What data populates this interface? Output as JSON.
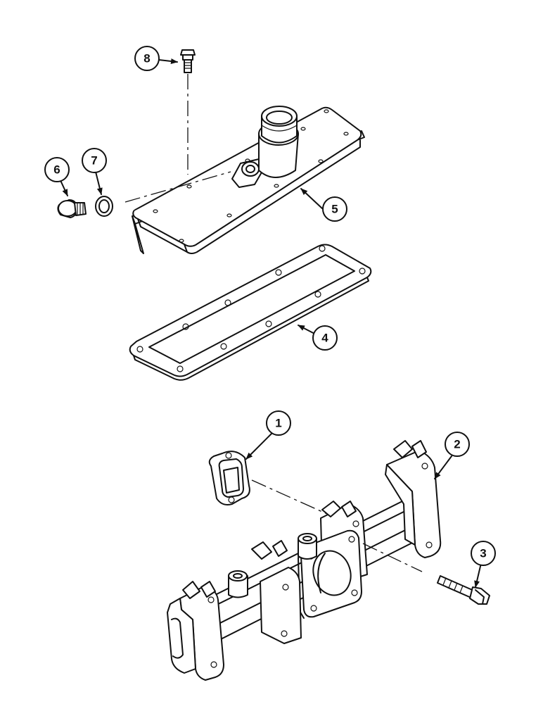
{
  "callouts": [
    {
      "id": "1",
      "label": "1"
    },
    {
      "id": "2",
      "label": "2"
    },
    {
      "id": "3",
      "label": "3"
    },
    {
      "id": "4",
      "label": "4"
    },
    {
      "id": "5",
      "label": "5"
    },
    {
      "id": "6",
      "label": "6"
    },
    {
      "id": "7",
      "label": "7"
    },
    {
      "id": "8",
      "label": "8"
    }
  ],
  "colors": {
    "ink": "#111111",
    "background": "#ffffff"
  }
}
